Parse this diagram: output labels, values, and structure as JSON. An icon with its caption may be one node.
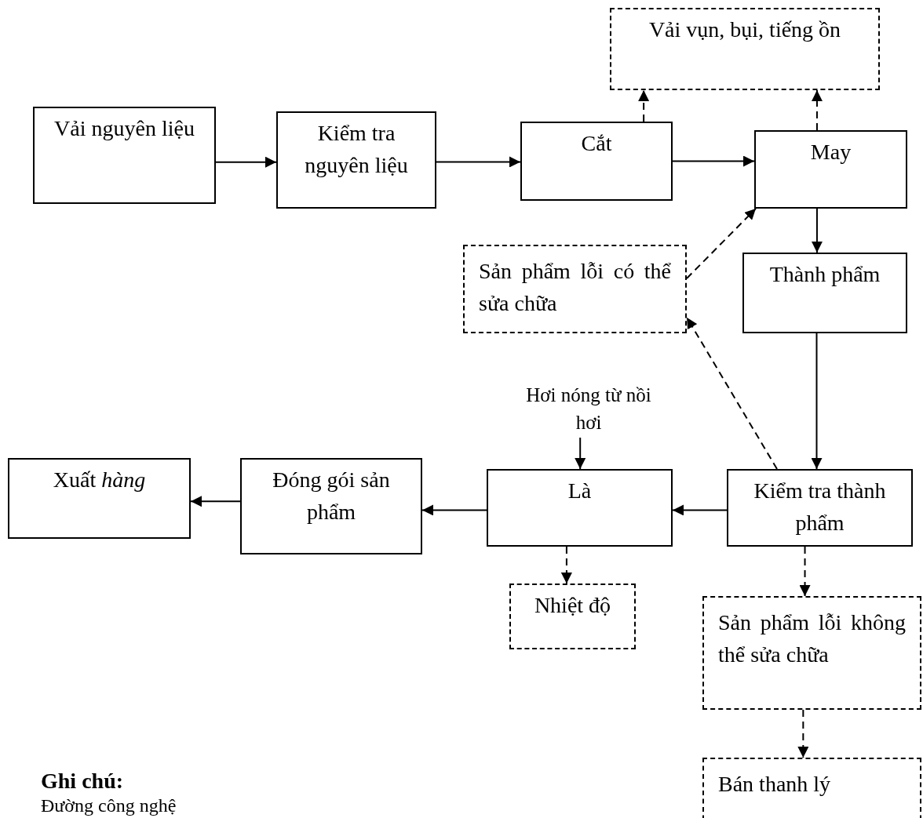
{
  "diagram": {
    "nodes": [
      {
        "text": [
          "Vải nguyên liệu"
        ]
      },
      {
        "text": [
          "Kiểm tra nguyên liệu"
        ]
      },
      {
        "text": [
          "Cắt"
        ]
      },
      {
        "text": [
          "May"
        ]
      },
      {
        "text": [
          "Vải vụn, bụi, tiếng ồn"
        ]
      },
      {
        "text": [
          "Sản phẩm lỗi có thể sửa chữa"
        ]
      },
      {
        "text": [
          "Thành phẩm"
        ]
      },
      {
        "text": [
          "Hơi nóng từ nồi hơi"
        ]
      },
      {
        "text": [
          "Là"
        ]
      },
      {
        "text": [
          "Kiểm tra thành phẩm"
        ]
      },
      {
        "text": [
          "Đóng gói sản phẩm"
        ]
      },
      {
        "text": [
          "Xuất *hàng*"
        ]
      },
      {
        "text": [
          "Nhiệt độ"
        ]
      },
      {
        "text": [
          "Sản phẩm lỗi không thể sửa chữa"
        ]
      },
      {
        "text": [
          "Bán thanh lý"
        ]
      }
    ],
    "edges": [
      {
        "from": 0,
        "to": 1,
        "arrow": "to"
      },
      {
        "from": 1,
        "to": 2,
        "arrow": "to"
      },
      {
        "from": 2,
        "to": 3,
        "arrow": "to"
      },
      {
        "from": 2,
        "to": 4,
        "arrow": "to",
        "style": "dashed"
      },
      {
        "from": 3,
        "to": 4,
        "arrow": "to",
        "style": "dashed"
      },
      {
        "from": 5,
        "to": 3,
        "arrow": "to",
        "style": "dashed"
      },
      {
        "from": 3,
        "to": 6,
        "arrow": "to"
      },
      {
        "from": 6,
        "to": 9,
        "arrow": "to"
      },
      {
        "from": 9,
        "to": 5,
        "arrow": "to",
        "style": "dashed"
      },
      {
        "from": 7,
        "to": 8,
        "arrow": "to"
      },
      {
        "from": 9,
        "to": 8,
        "arrow": "to"
      },
      {
        "from": 8,
        "to": 10,
        "arrow": "to"
      },
      {
        "from": 10,
        "to": 11,
        "arrow": "to"
      },
      {
        "from": 8,
        "to": 12,
        "arrow": "to",
        "style": "dashed"
      },
      {
        "from": 9,
        "to": 13,
        "arrow": "to",
        "style": "dashed"
      },
      {
        "from": 13,
        "to": 14,
        "arrow": "to",
        "style": "dashed"
      }
    ],
    "labels": [
      "Ghi chú:",
      "Đường công nghệ"
    ]
  }
}
